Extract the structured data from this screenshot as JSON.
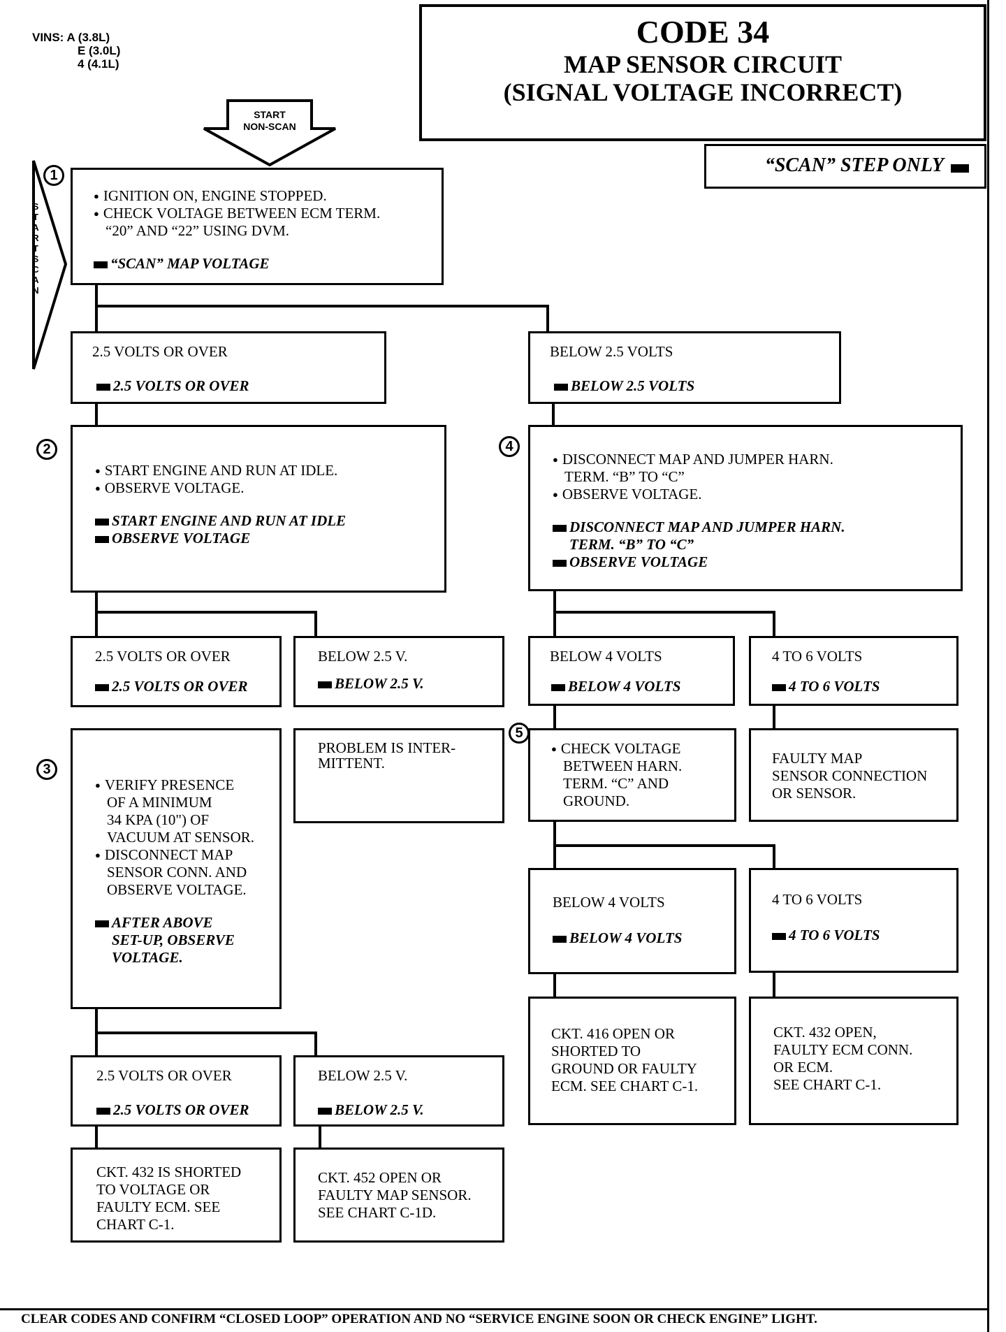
{
  "vins": {
    "label": "VINS:",
    "lines": [
      "A (3.8L)",
      "E (3.0L)",
      "4 (4.1L)"
    ]
  },
  "header": {
    "code": "CODE 34",
    "title1": "MAP SENSOR CIRCUIT",
    "title2": "(SIGNAL VOLTAGE INCORRECT)",
    "scan_only": "“SCAN” STEP ONLY"
  },
  "start": {
    "nonscan1": "START",
    "nonscan2": "NON-SCAN",
    "scan_vertical": "START SCAN"
  },
  "steps": {
    "s1": {
      "num": "1",
      "b1": "IGNITION ON, ENGINE STOPPED.",
      "b2a": "CHECK VOLTAGE BETWEEN ECM TERM.",
      "b2b": "“20” AND “22” USING DVM.",
      "scan": "“SCAN” MAP VOLTAGE"
    },
    "r1a": {
      "text": "2.5 VOLTS OR OVER",
      "scan": "2.5 VOLTS OR OVER"
    },
    "r1b": {
      "text": "BELOW 2.5 VOLTS",
      "scan": "BELOW 2.5 VOLTS"
    },
    "s2": {
      "num": "2",
      "b1": "START ENGINE AND RUN AT IDLE.",
      "b2": "OBSERVE VOLTAGE.",
      "scan1": "START ENGINE AND RUN AT IDLE",
      "scan2": "OBSERVE VOLTAGE"
    },
    "s4": {
      "num": "4",
      "b1a": "DISCONNECT MAP AND JUMPER HARN.",
      "b1b": "TERM. “B” TO “C”",
      "b2": "OBSERVE VOLTAGE.",
      "scan1a": "DISCONNECT MAP AND JUMPER HARN.",
      "scan1b": "TERM. “B” TO “C”",
      "scan2": "OBSERVE VOLTAGE"
    },
    "r2a": {
      "text": "2.5 VOLTS OR OVER",
      "scan": "2.5 VOLTS OR OVER"
    },
    "r2b": {
      "text": "BELOW 2.5 V.",
      "scan": "BELOW 2.5 V."
    },
    "r4a": {
      "text": "BELOW 4 VOLTS",
      "scan": "BELOW 4 VOLTS"
    },
    "r4b": {
      "text": "4 TO 6 VOLTS",
      "scan": "4 TO 6 VOLTS"
    },
    "intermittent": {
      "l1": "PROBLEM IS INTER-",
      "l2": "MITTENT."
    },
    "s3": {
      "num": "3",
      "b1": [
        "VERIFY PRESENCE",
        "OF A MINIMUM",
        "34 kPa (10\") OF",
        "VACUUM AT SENSOR."
      ],
      "b2": [
        "DISCONNECT MAP",
        "SENSOR CONN. AND",
        "OBSERVE VOLTAGE."
      ],
      "scan": [
        "AFTER ABOVE",
        "SET-UP, OBSERVE",
        "VOLTAGE."
      ]
    },
    "s5": {
      "num": "5",
      "lines": [
        "CHECK VOLTAGE",
        "BETWEEN HARN.",
        "TERM. “C” AND",
        "GROUND."
      ]
    },
    "faulty_map": {
      "lines": [
        "FAULTY MAP",
        "SENSOR CONNECTION",
        "OR SENSOR."
      ]
    },
    "r5a": {
      "text": "BELOW 4 VOLTS",
      "scan": "BELOW 4 VOLTS"
    },
    "r5b": {
      "text": "4 TO 6 VOLTS",
      "scan": "4 TO 6 VOLTS"
    },
    "r3a": {
      "text": "2.5 VOLTS OR OVER",
      "scan": "2.5 VOLTS OR OVER"
    },
    "r3b": {
      "text": "BELOW 2.5 V.",
      "scan": "BELOW 2.5 V."
    },
    "ckt416": {
      "lines": [
        "CKT. 416 OPEN OR",
        "SHORTED TO",
        "GROUND OR FAULTY",
        "ECM. SEE CHART C-1."
      ]
    },
    "ckt432open": {
      "lines": [
        "CKT. 432 OPEN,",
        "FAULTY ECM CONN.",
        "OR ECM.",
        "SEE CHART C-1."
      ]
    },
    "ckt432short": {
      "lines": [
        "CKT. 432 IS SHORTED",
        "TO VOLTAGE OR",
        "FAULTY ECM. SEE",
        "CHART C-1."
      ]
    },
    "ckt452": {
      "lines": [
        "CKT. 452 OPEN OR",
        "FAULTY MAP SENSOR.",
        "SEE CHART C-1D."
      ]
    }
  },
  "footer": "CLEAR CODES AND CONFIRM “CLOSED LOOP” OPERATION AND NO “SERVICE ENGINE SOON OR CHECK ENGINE” LIGHT."
}
